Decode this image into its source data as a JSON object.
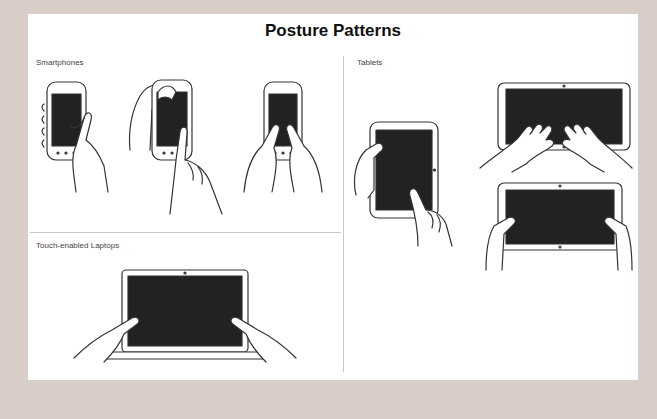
{
  "diagram": {
    "title": "Posture Patterns",
    "labels": [
      "Smartphones",
      "Tablets",
      "Touch-enabled Laptops"
    ]
  }
}
